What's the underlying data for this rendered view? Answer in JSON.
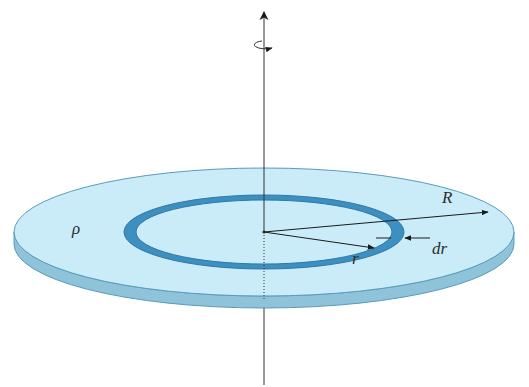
{
  "diagram": {
    "labels": [
      "ρ",
      "R",
      "dr",
      "r"
    ]
  }
}
